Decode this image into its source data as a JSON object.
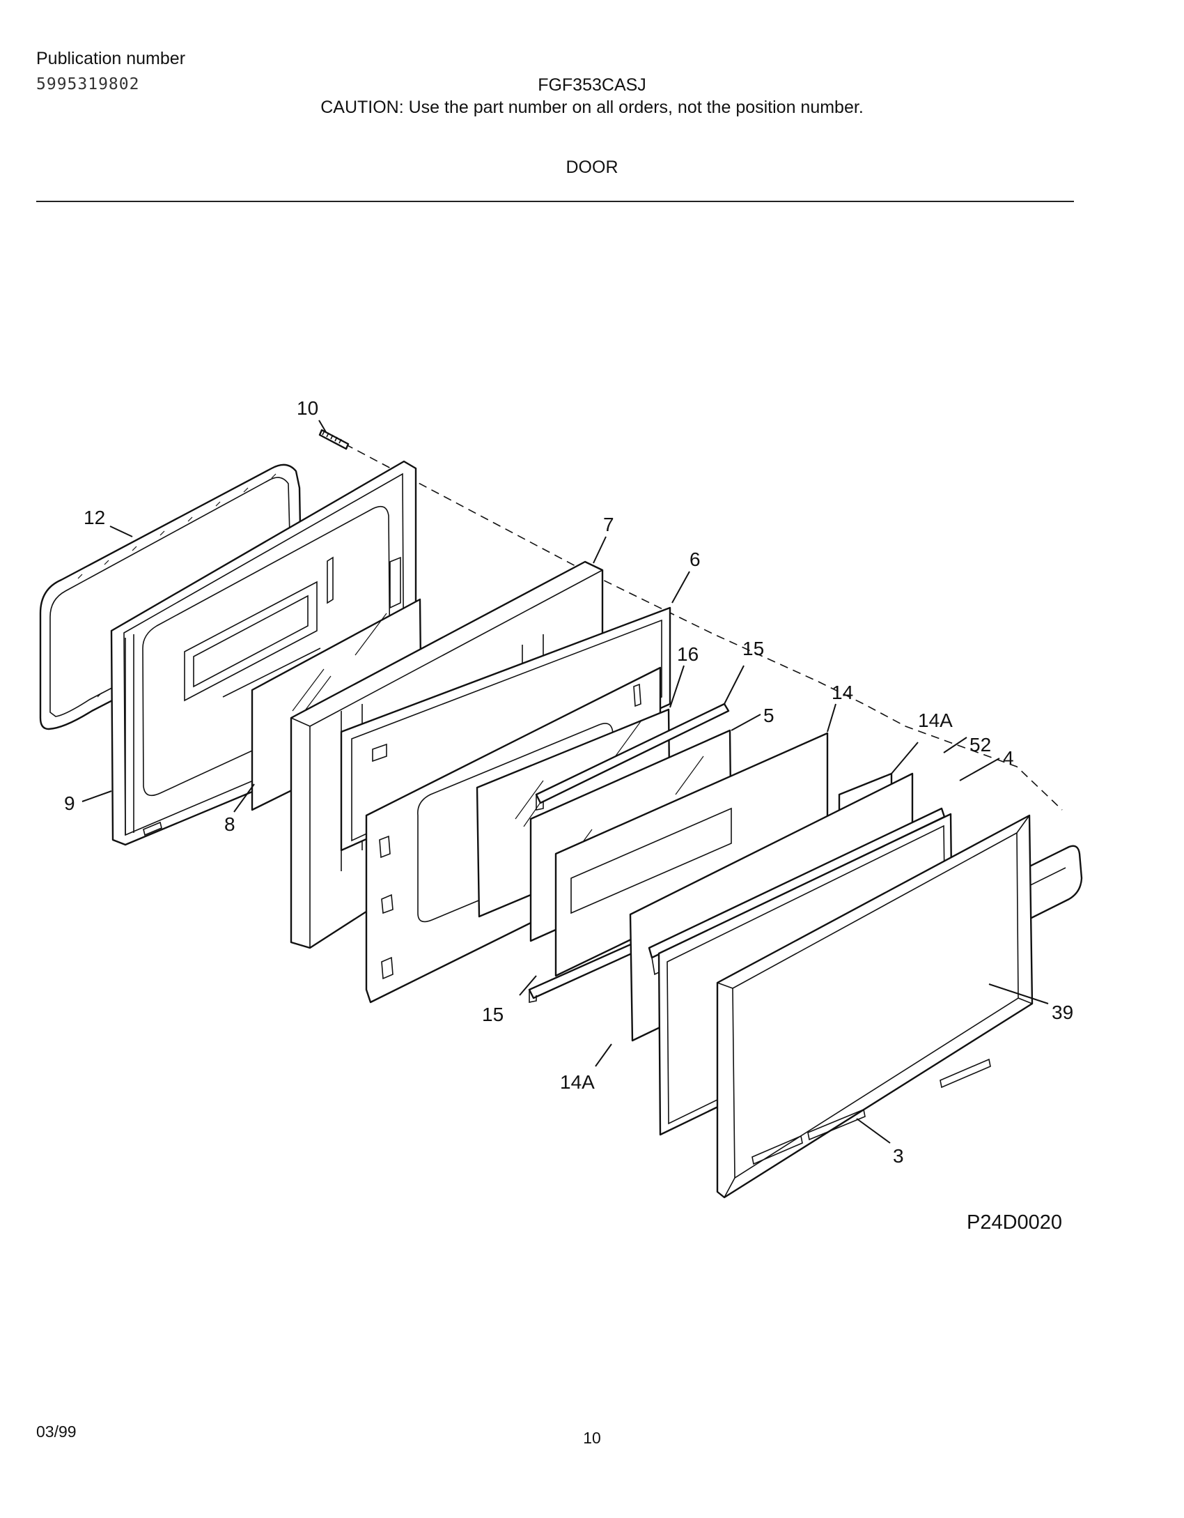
{
  "header": {
    "publication_label": "Publication number",
    "publication_number": "5995319802",
    "model": "FGF353CASJ",
    "caution": "CAUTION:  Use the part number on all orders, not the position number.",
    "section_title": "DOOR"
  },
  "diagram": {
    "callouts": {
      "p10": "10",
      "p12": "12",
      "p9": "9",
      "p8": "8",
      "p7": "7",
      "p6": "6",
      "p16": "16",
      "p15_top": "15",
      "p15_bottom": "15",
      "p5": "5",
      "p14": "14",
      "p14a_top": "14A",
      "p14a_bottom": "14A",
      "p52": "52",
      "p4": "4",
      "p39": "39",
      "p3": "3"
    },
    "diagram_code": "P24D0020"
  },
  "footer": {
    "date": "03/99",
    "page_number": "10"
  }
}
